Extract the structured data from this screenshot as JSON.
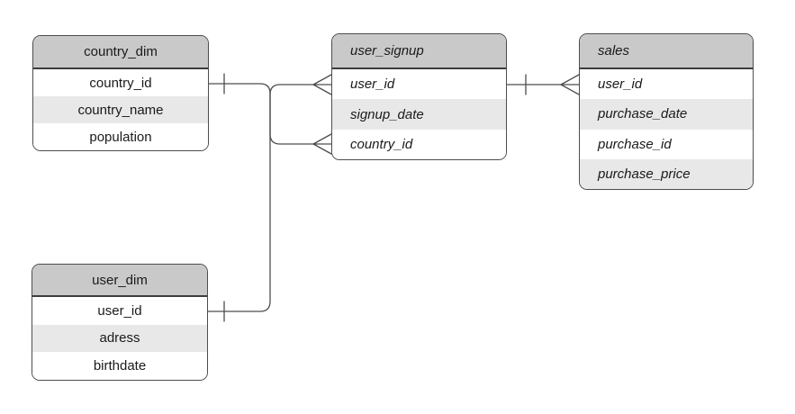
{
  "diagram": {
    "type": "entity-relationship",
    "colors": {
      "canvas_bg": "#ffffff",
      "header_fill": "#c9c9c9",
      "row_fill": "#ffffff",
      "row_alt_fill": "#e8e8e8",
      "border": "#4d4d4d",
      "connector": "#4d4d4d",
      "text": "#1a1a1a"
    },
    "tables": [
      {
        "title": "country_dim",
        "style": "plain-centered",
        "fields": [
          "country_id",
          "country_name",
          "population"
        ]
      },
      {
        "title": "user_signup",
        "style": "italic-left",
        "fields": [
          "user_id",
          "signup_date",
          "country_id"
        ]
      },
      {
        "title": "sales",
        "style": "italic-left",
        "fields": [
          "user_id",
          "purchase_date",
          "purchase_id",
          "purchase_price"
        ]
      },
      {
        "title": "user_dim",
        "style": "plain-centered",
        "fields": [
          "user_id",
          "adress",
          "birthdate"
        ]
      }
    ],
    "relationships": [
      {
        "from": "country_dim.country_id",
        "to": "user_signup.country_id",
        "from_cardinality": "one",
        "to_cardinality": "many",
        "notation": "crows-foot"
      },
      {
        "from": "user_dim.user_id",
        "to": "user_signup.user_id",
        "from_cardinality": "one",
        "to_cardinality": "many",
        "notation": "crows-foot"
      },
      {
        "from": "user_signup.user_id",
        "to": "sales.user_id",
        "from_cardinality": "one",
        "to_cardinality": "many",
        "notation": "crows-foot"
      }
    ]
  }
}
